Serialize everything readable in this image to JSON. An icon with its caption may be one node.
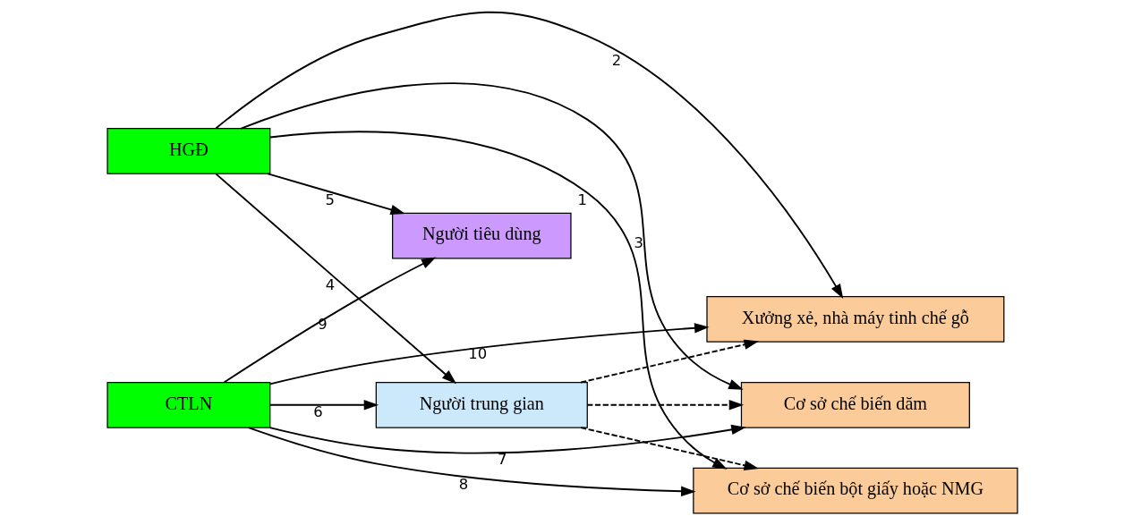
{
  "diagram": {
    "nodes": [
      {
        "text": [
          "HGĐ"
        ]
      },
      {
        "text": [
          "CTLN"
        ]
      },
      {
        "text": [
          "Người trung gian"
        ]
      },
      {
        "text": [
          "Xưởng xẻ, nhà máy tinh chế gỗ"
        ]
      },
      {
        "text": [
          "Cơ sở chế biến dăm"
        ]
      },
      {
        "text": [
          "Cơ sở chế biến bột giấy hoặc NMG"
        ]
      },
      {
        "text": [
          "Người tiêu dùng"
        ]
      }
    ],
    "edges": [
      {
        "from": 0,
        "to": 5,
        "arrow": "to",
        "label": "1"
      },
      {
        "from": 0,
        "to": 3,
        "arrow": "to",
        "label": "2"
      },
      {
        "from": 0,
        "to": 4,
        "arrow": "to",
        "label": "3"
      },
      {
        "from": 0,
        "to": 2,
        "arrow": "to",
        "label": "4"
      },
      {
        "from": 0,
        "to": 6,
        "arrow": "to",
        "label": "5"
      },
      {
        "from": 1,
        "to": 2,
        "arrow": "to",
        "label": "6"
      },
      {
        "from": 1,
        "to": 4,
        "arrow": "to",
        "label": "7"
      },
      {
        "from": 1,
        "to": 5,
        "arrow": "to",
        "label": "8"
      },
      {
        "from": 1,
        "to": 6,
        "arrow": "to",
        "label": "9"
      },
      {
        "from": 1,
        "to": 3,
        "arrow": "to",
        "label": "10"
      },
      {
        "from": 2,
        "to": 3,
        "arrow": "to",
        "style": "dashed"
      },
      {
        "from": 2,
        "to": 4,
        "arrow": "to",
        "style": "dashed"
      },
      {
        "from": 2,
        "to": 5,
        "arrow": "to",
        "style": "dashed"
      }
    ]
  }
}
